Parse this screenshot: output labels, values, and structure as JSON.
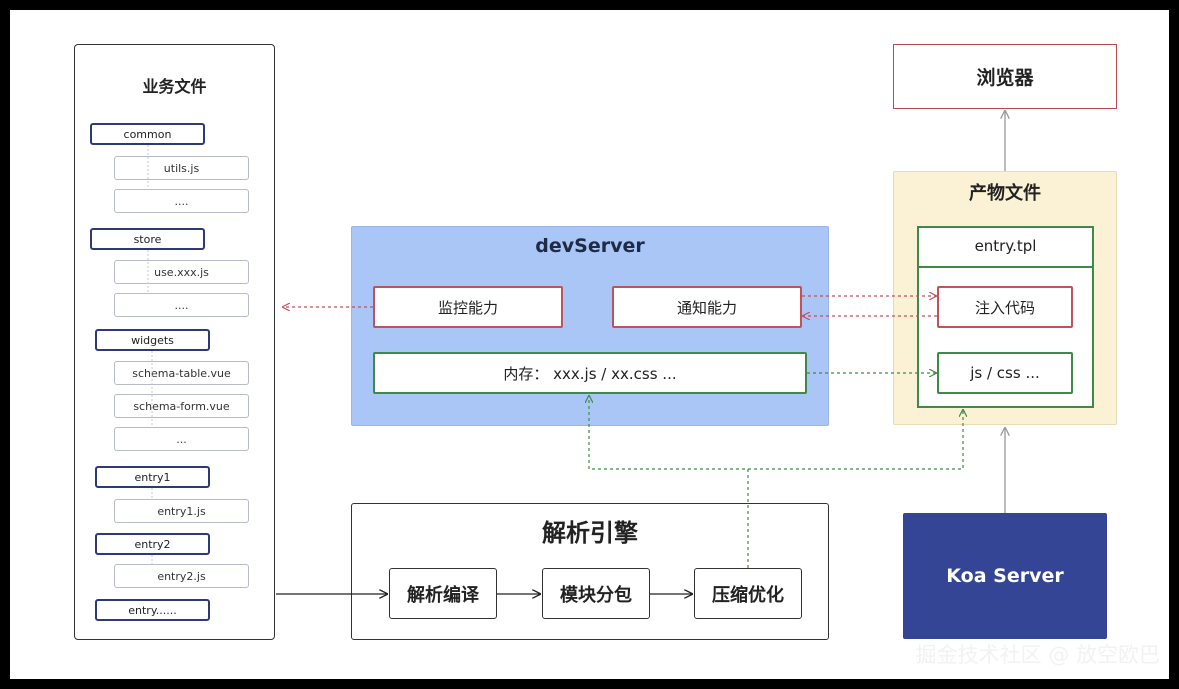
{
  "biz": {
    "title": "业务文件",
    "nodes": [
      {
        "kind": "folder",
        "label": "common"
      },
      {
        "kind": "file",
        "label": "utils.js"
      },
      {
        "kind": "file",
        "label": "...."
      },
      {
        "kind": "folder",
        "label": "store"
      },
      {
        "kind": "file",
        "label": "use.xxx.js"
      },
      {
        "kind": "file",
        "label": "...."
      },
      {
        "kind": "folder",
        "label": "widgets"
      },
      {
        "kind": "file",
        "label": "schema-table.vue"
      },
      {
        "kind": "file",
        "label": "schema-form.vue"
      },
      {
        "kind": "file",
        "label": "..."
      },
      {
        "kind": "folder",
        "label": "entry1"
      },
      {
        "kind": "file",
        "label": "entry1.js"
      },
      {
        "kind": "folder",
        "label": "entry2"
      },
      {
        "kind": "file",
        "label": "entry2.js"
      },
      {
        "kind": "folder",
        "label": "entry......"
      }
    ]
  },
  "devserver": {
    "title": "devServer",
    "monitor": "监控能力",
    "notify": "通知能力",
    "memory": "内存： xxx.js / xx.css  ..."
  },
  "product": {
    "title": "产物文件",
    "entry_tpl": "entry.tpl",
    "inject": "注入代码",
    "assets": "js / css ..."
  },
  "browser": {
    "label": "浏览器"
  },
  "koa": {
    "label": "Koa Server"
  },
  "engine": {
    "title": "解析引擎",
    "steps": [
      "解析编译",
      "模块分包",
      "压缩优化"
    ]
  },
  "watermark": "掘金技术社区 @ 放空欧巴",
  "colors": {
    "devserver_bg": "#a9c6f7",
    "product_bg": "#fbf2d6",
    "koa_bg": "#354596",
    "red_border": "#c0525a",
    "green_border": "#3f8a4a",
    "folder_border": "#2e3a78"
  }
}
